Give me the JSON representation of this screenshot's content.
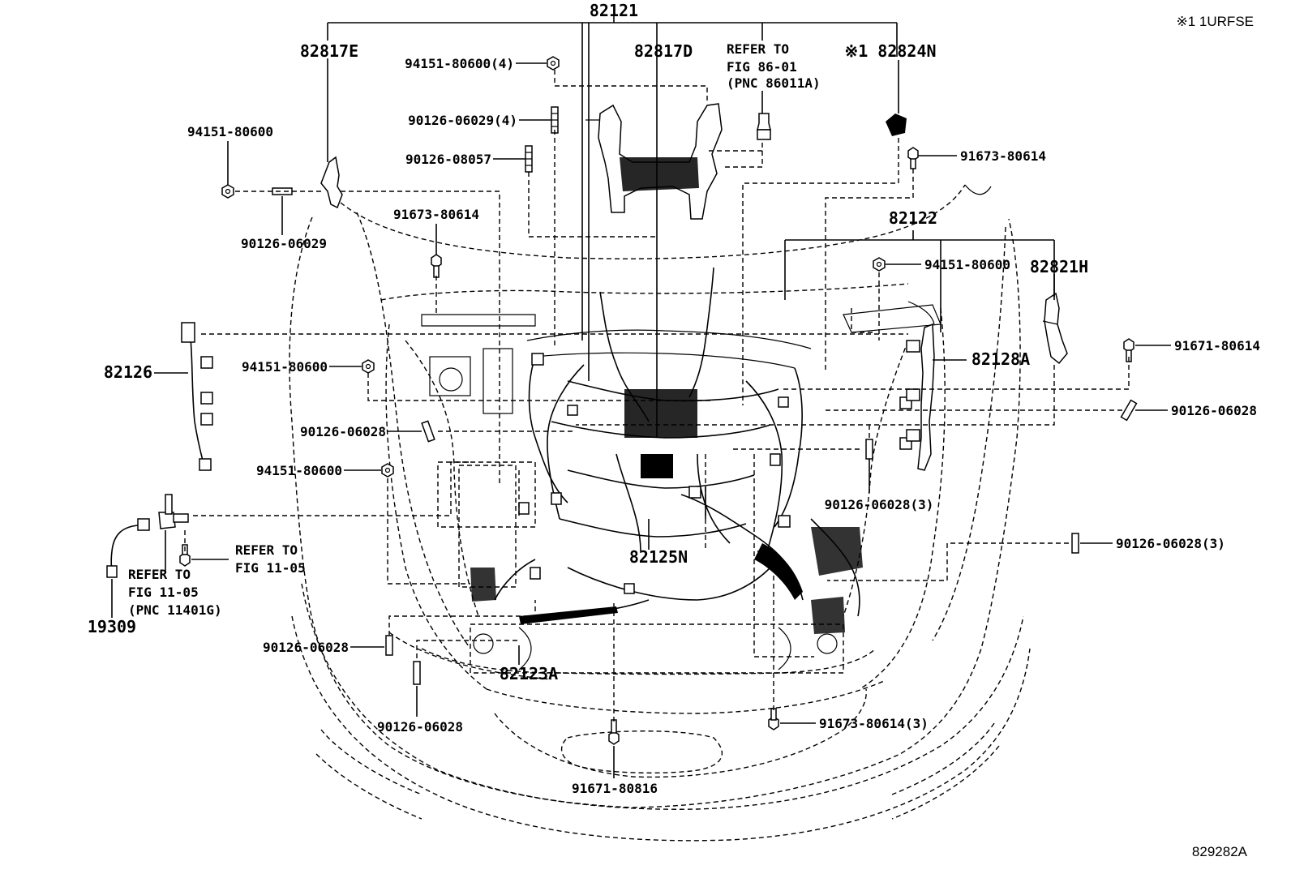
{
  "header": {
    "variant": "※1 1URFSE",
    "figure_code": "829282A"
  },
  "main_labels": {
    "p82121": "82121",
    "p82817E": "82817E",
    "p82817D": "82817D",
    "p82824N": "※1 82824N",
    "p82122": "82122",
    "p82821H": "82821H",
    "p82126": "82126",
    "p82128A": "82128A",
    "p82125N": "82125N",
    "p82123A": "82123A",
    "p19309": "19309"
  },
  "refer_notes": {
    "fig86": [
      "REFER TO",
      "FIG 86-01",
      "(PNC 86011A)"
    ],
    "fig11a": [
      "REFER TO",
      "FIG 11-05"
    ],
    "fig11b": [
      "REFER TO",
      "FIG 11-05",
      "(PNC 11401G)"
    ]
  },
  "fasteners": {
    "f1": "94151-80600(4)",
    "f2": "90126-06029(4)",
    "f3": "90126-08057",
    "f4": "94151-80600",
    "f5": "90126-06029",
    "f6": "91673-80614",
    "f7": "91673-80614",
    "f8": "94151-80600",
    "f9": "94151-80600",
    "f10": "91671-80614",
    "f11": "90126-06028",
    "f12": "90126-06028",
    "f13": "94151-80600",
    "f14": "90126-06028(3)",
    "f15": "90126-06028(3)",
    "f16": "90126-06028",
    "f17": "90126-06028",
    "f18": "91673-80614(3)",
    "f19": "91671-80816"
  }
}
